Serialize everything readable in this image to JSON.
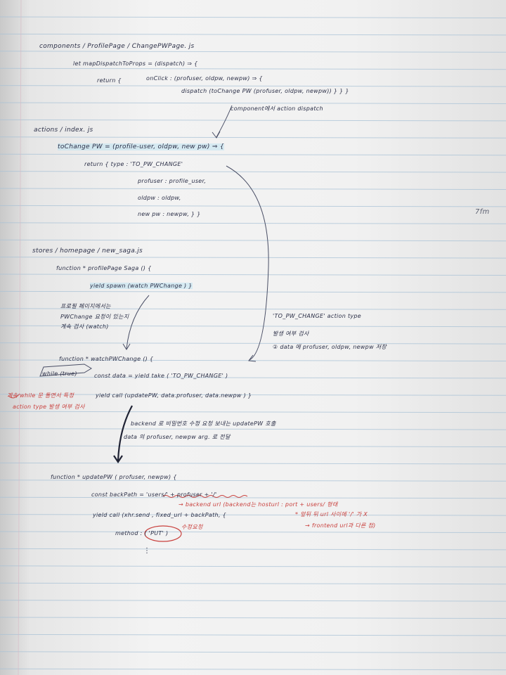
{
  "notes": {
    "components_path": "components / ProfilePage / ChangePWPage. js",
    "map_dispatch": "let mapDispatchToProps  =  (dispatch) ⇒ {",
    "return_open": "return {",
    "onclick": "onClick :  (profuser, oldpw,  newpw)  ⇒ {",
    "dispatch_call": "dispatch (toChange PW (profuser,  oldpw,  newpw))  }  }  }",
    "component_action_note": "component에서 action dispatch",
    "actions_path": "actions / index. js",
    "tochange_pw": "toChange PW  =  (profile-user,  oldpw,  new pw)  ⇒ {",
    "return_type": "return {     type :  'TO_PW_CHANGE'",
    "prof_user": "profuser  :  profile_user,",
    "old_pw": "oldpw  :  oldpw,",
    "new_pw": "new pw :   newpw,      }   }",
    "stores_path": "stores / homepage / new_saga.js",
    "profile_saga": "function   * profilePage Saga () {",
    "yield_spawn": "yield   spawn  (watch PWChange )   }",
    "korean_note_1": "프로필 페이지에서는",
    "korean_note_2": "PWChange 요청이 있는지",
    "korean_note_3": "계속 검사 (watch)",
    "action_type_note_1": "'TO_PW_CHANGE'  action type",
    "action_type_note_2": "발생 여부 검사",
    "action_type_note_3": "② data 에  profuser, oldpw, newpw 저장",
    "watch_fn": "function    * watchPWChange () {",
    "while_true": "while (true)",
    "const_data": "const   data   =   yield   take ( 'TO_PW_CHANGE' )",
    "red_note_1": "계속 while 문 돌면서 특정",
    "red_note_2": "action type  발생 여부 검사",
    "yield_call": "yield   call  (updatePW,  data.profuser,  data.newpw )  }",
    "backend_note": "backend 로  비밀번호 수정 요청 보내는  updatePW 호출",
    "data_note": "data 의  profuser,  newpw  arg. 로 전달",
    "update_fn": "function   * updatePW ( profuser,  newpw) {",
    "const_backpath": "const   backPath  =   'users/' + profuser + '/'",
    "backend_url_note": "→ backend  url  (backend는  hosturl : port  +  users/ 형태",
    "yield_call_xhr": "yield  call (xhr.send ,   fixed_url + backPath,  {",
    "star_note": "* 앞뒤  뒤  url 사이에  '/' 가 X",
    "frontend_note": "→ frontend url과 다른 점)",
    "method": "method :  ( 'PUT' )",
    "modify_req": "수정요청",
    "ellipsis": "⋮",
    "scribble": "7fm"
  }
}
